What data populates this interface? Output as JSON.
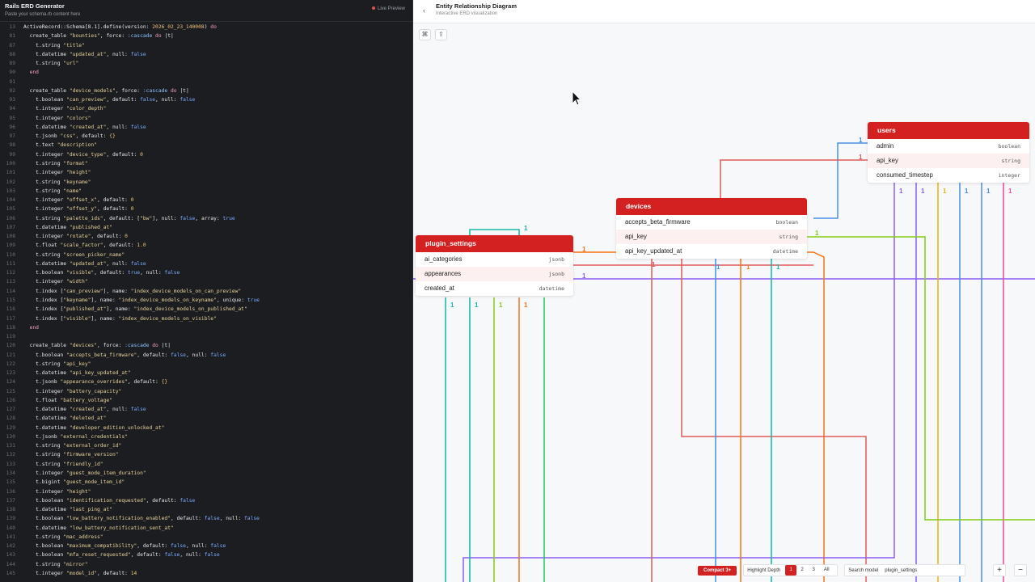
{
  "app": {
    "title": "Rails ERD Generator",
    "subtitle": "Paste your schema.rb content here",
    "live": "Live Preview"
  },
  "editor": {
    "lines": [
      [
        "13",
        [
          [
            "id",
            "ActiveRecord::Schema[8.1].define(version: "
          ],
          [
            "num",
            "2026_02_23_140008"
          ],
          [
            "id",
            ") "
          ],
          [
            "kw",
            "do"
          ]
        ]
      ],
      [
        "81",
        [
          [
            "id",
            "  create_table "
          ],
          [
            "str",
            "\"bounties\""
          ],
          [
            "id",
            ", force: "
          ],
          [
            "sym",
            ":cascade"
          ],
          [
            "kw",
            " do"
          ],
          [
            "id",
            " |t|"
          ]
        ]
      ],
      [
        "87",
        [
          [
            "id",
            "    t.string "
          ],
          [
            "str",
            "\"title\""
          ]
        ]
      ],
      [
        "88",
        [
          [
            "id",
            "    t.datetime "
          ],
          [
            "str",
            "\"updated_at\""
          ],
          [
            "id",
            ", null: "
          ],
          [
            "bool",
            "false"
          ]
        ]
      ],
      [
        "89",
        [
          [
            "id",
            "    t.string "
          ],
          [
            "str",
            "\"url\""
          ]
        ]
      ],
      [
        "90",
        [
          [
            "kw",
            "  end"
          ]
        ]
      ],
      [
        "91",
        []
      ],
      [
        "92",
        [
          [
            "id",
            "  create_table "
          ],
          [
            "str",
            "\"device_models\""
          ],
          [
            "id",
            ", force: "
          ],
          [
            "sym",
            ":cascade"
          ],
          [
            "kw",
            " do"
          ],
          [
            "id",
            " |t|"
          ]
        ]
      ],
      [
        "93",
        [
          [
            "id",
            "    t.boolean "
          ],
          [
            "str",
            "\"can_preview\""
          ],
          [
            "id",
            ", default: "
          ],
          [
            "bool",
            "false"
          ],
          [
            "id",
            ", null: "
          ],
          [
            "bool",
            "false"
          ]
        ]
      ],
      [
        "94",
        [
          [
            "id",
            "    t.integer "
          ],
          [
            "str",
            "\"color_depth\""
          ]
        ]
      ],
      [
        "95",
        [
          [
            "id",
            "    t.integer "
          ],
          [
            "str",
            "\"colors\""
          ]
        ]
      ],
      [
        "96",
        [
          [
            "id",
            "    t.datetime "
          ],
          [
            "str",
            "\"created_at\""
          ],
          [
            "id",
            ", null: "
          ],
          [
            "bool",
            "false"
          ]
        ]
      ],
      [
        "97",
        [
          [
            "id",
            "    t.jsonb "
          ],
          [
            "str",
            "\"css\""
          ],
          [
            "id",
            ", default: "
          ],
          [
            "num",
            "{}"
          ]
        ]
      ],
      [
        "98",
        [
          [
            "id",
            "    t.text "
          ],
          [
            "str",
            "\"description\""
          ]
        ]
      ],
      [
        "99",
        [
          [
            "id",
            "    t.integer "
          ],
          [
            "str",
            "\"device_type\""
          ],
          [
            "id",
            ", default: "
          ],
          [
            "num",
            "0"
          ]
        ]
      ],
      [
        "100",
        [
          [
            "id",
            "    t.string "
          ],
          [
            "str",
            "\"format\""
          ]
        ]
      ],
      [
        "101",
        [
          [
            "id",
            "    t.integer "
          ],
          [
            "str",
            "\"height\""
          ]
        ]
      ],
      [
        "102",
        [
          [
            "id",
            "    t.string "
          ],
          [
            "str",
            "\"keyname\""
          ]
        ]
      ],
      [
        "103",
        [
          [
            "id",
            "    t.string "
          ],
          [
            "str",
            "\"name\""
          ]
        ]
      ],
      [
        "104",
        [
          [
            "id",
            "    t.integer "
          ],
          [
            "str",
            "\"offset_x\""
          ],
          [
            "id",
            ", default: "
          ],
          [
            "num",
            "0"
          ]
        ]
      ],
      [
        "105",
        [
          [
            "id",
            "    t.integer "
          ],
          [
            "str",
            "\"offset_y\""
          ],
          [
            "id",
            ", default: "
          ],
          [
            "num",
            "0"
          ]
        ]
      ],
      [
        "106",
        [
          [
            "id",
            "    t.string "
          ],
          [
            "str",
            "\"palette_ids\""
          ],
          [
            "id",
            ", default: ["
          ],
          [
            "str",
            "\"bw\""
          ],
          [
            "id",
            "], null: "
          ],
          [
            "bool",
            "false"
          ],
          [
            "id",
            ", array: "
          ],
          [
            "bool",
            "true"
          ]
        ]
      ],
      [
        "107",
        [
          [
            "id",
            "    t.datetime "
          ],
          [
            "str",
            "\"published_at\""
          ]
        ]
      ],
      [
        "108",
        [
          [
            "id",
            "    t.integer "
          ],
          [
            "str",
            "\"rotate\""
          ],
          [
            "id",
            ", default: "
          ],
          [
            "num",
            "0"
          ]
        ]
      ],
      [
        "109",
        [
          [
            "id",
            "    t.float "
          ],
          [
            "str",
            "\"scale_factor\""
          ],
          [
            "id",
            ", default: "
          ],
          [
            "num",
            "1.0"
          ]
        ]
      ],
      [
        "110",
        [
          [
            "id",
            "    t.string "
          ],
          [
            "str",
            "\"screen_picker_name\""
          ]
        ]
      ],
      [
        "111",
        [
          [
            "id",
            "    t.datetime "
          ],
          [
            "str",
            "\"updated_at\""
          ],
          [
            "id",
            ", null: "
          ],
          [
            "bool",
            "false"
          ]
        ]
      ],
      [
        "112",
        [
          [
            "id",
            "    t.boolean "
          ],
          [
            "str",
            "\"visible\""
          ],
          [
            "id",
            ", default: "
          ],
          [
            "bool",
            "true"
          ],
          [
            "id",
            ", null: "
          ],
          [
            "bool",
            "false"
          ]
        ]
      ],
      [
        "113",
        [
          [
            "id",
            "    t.integer "
          ],
          [
            "str",
            "\"width\""
          ]
        ]
      ],
      [
        "114",
        [
          [
            "id",
            "    t.index ["
          ],
          [
            "str",
            "\"can_preview\""
          ],
          [
            "id",
            "], name: "
          ],
          [
            "str",
            "\"index_device_models_on_can_preview\""
          ]
        ]
      ],
      [
        "115",
        [
          [
            "id",
            "    t.index ["
          ],
          [
            "str",
            "\"keyname\""
          ],
          [
            "id",
            "], name: "
          ],
          [
            "str",
            "\"index_device_models_on_keyname\""
          ],
          [
            "id",
            ", unique: "
          ],
          [
            "bool",
            "true"
          ]
        ]
      ],
      [
        "116",
        [
          [
            "id",
            "    t.index ["
          ],
          [
            "str",
            "\"published_at\""
          ],
          [
            "id",
            "], name: "
          ],
          [
            "str",
            "\"index_device_models_on_published_at\""
          ]
        ]
      ],
      [
        "117",
        [
          [
            "id",
            "    t.index ["
          ],
          [
            "str",
            "\"visible\""
          ],
          [
            "id",
            "], name: "
          ],
          [
            "str",
            "\"index_device_models_on_visible\""
          ]
        ]
      ],
      [
        "118",
        [
          [
            "kw",
            "  end"
          ]
        ]
      ],
      [
        "119",
        []
      ],
      [
        "120",
        [
          [
            "id",
            "  create_table "
          ],
          [
            "str",
            "\"devices\""
          ],
          [
            "id",
            ", force: "
          ],
          [
            "sym",
            ":cascade"
          ],
          [
            "kw",
            " do"
          ],
          [
            "id",
            " |t|"
          ]
        ]
      ],
      [
        "121",
        [
          [
            "id",
            "    t.boolean "
          ],
          [
            "str",
            "\"accepts_beta_firmware\""
          ],
          [
            "id",
            ", default: "
          ],
          [
            "bool",
            "false"
          ],
          [
            "id",
            ", null: "
          ],
          [
            "bool",
            "false"
          ]
        ]
      ],
      [
        "122",
        [
          [
            "id",
            "    t.string "
          ],
          [
            "str",
            "\"api_key\""
          ]
        ]
      ],
      [
        "123",
        [
          [
            "id",
            "    t.datetime "
          ],
          [
            "str",
            "\"api_key_updated_at\""
          ]
        ]
      ],
      [
        "124",
        [
          [
            "id",
            "    t.jsonb "
          ],
          [
            "str",
            "\"appearance_overrides\""
          ],
          [
            "id",
            ", default: "
          ],
          [
            "num",
            "{}"
          ]
        ]
      ],
      [
        "125",
        [
          [
            "id",
            "    t.integer "
          ],
          [
            "str",
            "\"battery_capacity\""
          ]
        ]
      ],
      [
        "126",
        [
          [
            "id",
            "    t.float "
          ],
          [
            "str",
            "\"battery_voltage\""
          ]
        ]
      ],
      [
        "127",
        [
          [
            "id",
            "    t.datetime "
          ],
          [
            "str",
            "\"created_at\""
          ],
          [
            "id",
            ", null: "
          ],
          [
            "bool",
            "false"
          ]
        ]
      ],
      [
        "128",
        [
          [
            "id",
            "    t.datetime "
          ],
          [
            "str",
            "\"deleted_at\""
          ]
        ]
      ],
      [
        "129",
        [
          [
            "id",
            "    t.datetime "
          ],
          [
            "str",
            "\"developer_edition_unlocked_at\""
          ]
        ]
      ],
      [
        "130",
        [
          [
            "id",
            "    t.jsonb "
          ],
          [
            "str",
            "\"external_credentials\""
          ]
        ]
      ],
      [
        "131",
        [
          [
            "id",
            "    t.string "
          ],
          [
            "str",
            "\"external_order_id\""
          ]
        ]
      ],
      [
        "132",
        [
          [
            "id",
            "    t.string "
          ],
          [
            "str",
            "\"firmware_version\""
          ]
        ]
      ],
      [
        "133",
        [
          [
            "id",
            "    t.string "
          ],
          [
            "str",
            "\"friendly_id\""
          ]
        ]
      ],
      [
        "134",
        [
          [
            "id",
            "    t.integer "
          ],
          [
            "str",
            "\"guest_mode_item_duration\""
          ]
        ]
      ],
      [
        "135",
        [
          [
            "id",
            "    t.bigint "
          ],
          [
            "str",
            "\"guest_mode_item_id\""
          ]
        ]
      ],
      [
        "136",
        [
          [
            "id",
            "    t.integer "
          ],
          [
            "str",
            "\"height\""
          ]
        ]
      ],
      [
        "137",
        [
          [
            "id",
            "    t.boolean "
          ],
          [
            "str",
            "\"identification_requested\""
          ],
          [
            "id",
            ", default: "
          ],
          [
            "bool",
            "false"
          ]
        ]
      ],
      [
        "138",
        [
          [
            "id",
            "    t.datetime "
          ],
          [
            "str",
            "\"last_ping_at\""
          ]
        ]
      ],
      [
        "139",
        [
          [
            "id",
            "    t.boolean "
          ],
          [
            "str",
            "\"low_battery_notification_enabled\""
          ],
          [
            "id",
            ", default: "
          ],
          [
            "bool",
            "false"
          ],
          [
            "id",
            ", null: "
          ],
          [
            "bool",
            "false"
          ]
        ]
      ],
      [
        "140",
        [
          [
            "id",
            "    t.datetime "
          ],
          [
            "str",
            "\"low_battery_notification_sent_at\""
          ]
        ]
      ],
      [
        "141",
        [
          [
            "id",
            "    t.string "
          ],
          [
            "str",
            "\"mac_address\""
          ]
        ]
      ],
      [
        "142",
        [
          [
            "id",
            "    t.boolean "
          ],
          [
            "str",
            "\"maximum_compatibility\""
          ],
          [
            "id",
            ", default: "
          ],
          [
            "bool",
            "false"
          ],
          [
            "id",
            ", null: "
          ],
          [
            "bool",
            "false"
          ]
        ]
      ],
      [
        "143",
        [
          [
            "id",
            "    t.boolean "
          ],
          [
            "str",
            "\"mfa_reset_requested\""
          ],
          [
            "id",
            ", default: "
          ],
          [
            "bool",
            "false"
          ],
          [
            "id",
            ", null: "
          ],
          [
            "bool",
            "false"
          ]
        ]
      ],
      [
        "144",
        [
          [
            "id",
            "    t.string "
          ],
          [
            "str",
            "\"mirror\""
          ]
        ]
      ],
      [
        "145",
        [
          [
            "id",
            "    t.integer "
          ],
          [
            "str",
            "\"model_id\""
          ],
          [
            "id",
            ", default: "
          ],
          [
            "num",
            "14"
          ]
        ]
      ]
    ]
  },
  "erd": {
    "title": "Entity Relationship Diagram",
    "subtitle": "Interactive ERD visualization",
    "back_icon": "chevron-left-icon",
    "toolbar": [
      "layout-icon",
      "export-icon"
    ],
    "tables": [
      {
        "name": "users",
        "fields": [
          {
            "n": "admin",
            "t": "boolean"
          },
          {
            "n": "api_key",
            "t": "string"
          },
          {
            "n": "consumed_timestep",
            "t": "integer"
          }
        ]
      },
      {
        "name": "devices",
        "fields": [
          {
            "n": "accepts_beta_firmware",
            "t": "boolean"
          },
          {
            "n": "api_key",
            "t": "string"
          },
          {
            "n": "api_key_updated_at",
            "t": "datetime"
          }
        ]
      },
      {
        "name": "plugin_settings",
        "fields": [
          {
            "n": "ai_categories",
            "t": "jsonb"
          },
          {
            "n": "appearances",
            "t": "jsonb"
          },
          {
            "n": "created_at",
            "t": "datetime"
          }
        ]
      }
    ],
    "edge_labels": [
      "1",
      "1",
      "1",
      "1",
      "1",
      "1",
      "1",
      "1",
      "1",
      "1",
      "1",
      "1",
      "1",
      "1",
      "1",
      "1",
      "1",
      "1",
      "1",
      "1"
    ]
  },
  "bottom": {
    "compact": "Compact 3+",
    "highlight_label": "Highlight Depth",
    "depths": [
      "1",
      "2",
      "3",
      "All"
    ],
    "active_depth": "1",
    "search_label": "Search model",
    "search_value": "plugin_settings",
    "zoom_in": "+",
    "zoom_out": "−"
  },
  "colors": {
    "accent": "#d32121"
  }
}
